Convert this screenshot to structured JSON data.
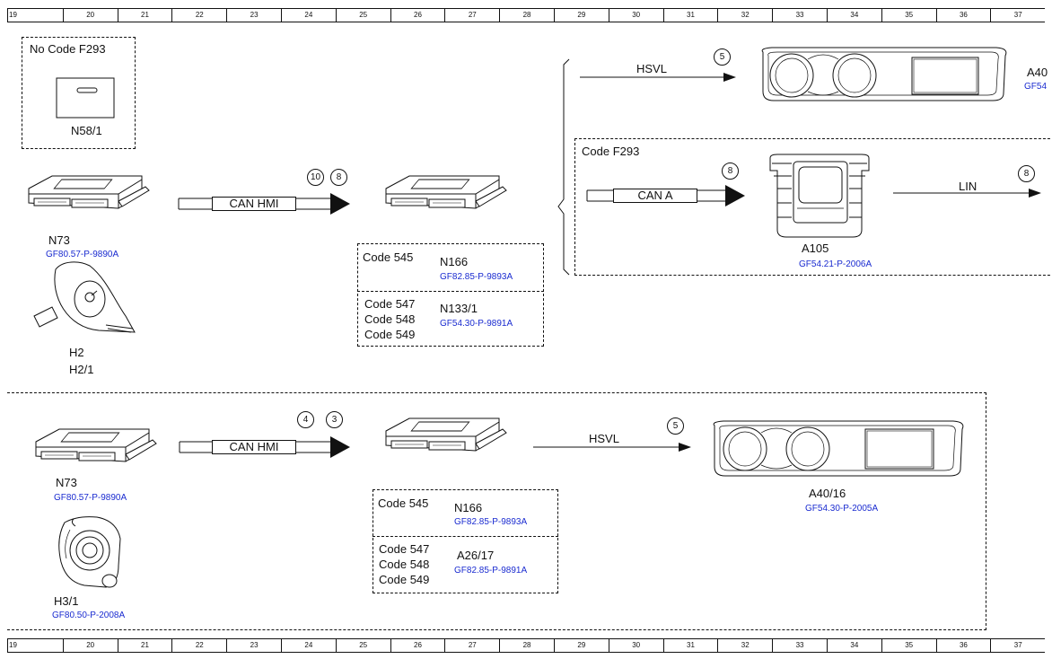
{
  "ruler": [
    "19",
    "20",
    "21",
    "22",
    "23",
    "24",
    "25",
    "26",
    "27",
    "28",
    "29",
    "30",
    "31",
    "32",
    "33",
    "34",
    "35",
    "36",
    "37"
  ],
  "top": {
    "no_code_label": "No Code F293",
    "n58_label": "N58/1",
    "n73_label": "N73",
    "n73_ref": "GF80.57-P-9890A",
    "h2_label": "H2",
    "h21_label": "H2/1",
    "can_hmi": "CAN HMI",
    "circle_a": "10",
    "circle_b": "8",
    "code545": "Code 545",
    "n166": "N166",
    "n166_ref": "GF82.85-P-9893A",
    "code547": "Code 547",
    "code548": "Code 548",
    "code549": "Code 549",
    "n1331": "N133/1",
    "n1331_ref": "GF54.30-P-9891A",
    "hsvl": "HSVL",
    "circle_5": "5",
    "a40_label": "A40",
    "a40_ref": "GF54",
    "code_f293": "Code F293",
    "can_a": "CAN A",
    "circle_8a": "8",
    "a105_label": "A105",
    "a105_ref": "GF54.21-P-2006A",
    "lin": "LIN",
    "circle_8b": "8"
  },
  "bottom": {
    "n73_label": "N73",
    "n73_ref": "GF80.57-P-9890A",
    "h31_label": "H3/1",
    "h31_ref": "GF80.50-P-2008A",
    "can_hmi": "CAN HMI",
    "circle_a": "4",
    "circle_b": "3",
    "code545": "Code 545",
    "n166": "N166",
    "n166_ref": "GF82.85-P-9893A",
    "code547": "Code 547",
    "code548": "Code 548",
    "code549": "Code 549",
    "a2617": "A26/17",
    "a2617_ref": "GF82.85-P-9891A",
    "hsvl": "HSVL",
    "circle_5": "5",
    "a4016_label": "A40/16",
    "a4016_ref": "GF54.30-P-2005A"
  }
}
